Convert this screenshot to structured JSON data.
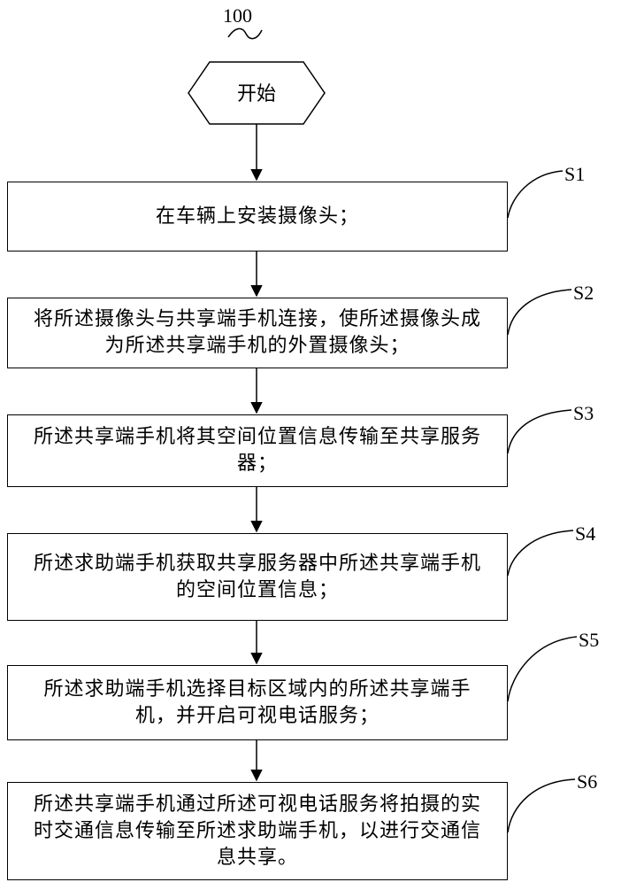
{
  "figure_label": "100",
  "start": {
    "label": "开始"
  },
  "steps": [
    {
      "id": "S1",
      "text": "在车辆上安装摄像头；"
    },
    {
      "id": "S2",
      "text": "将所述摄像头与共享端手机连接，使所述摄像头成为所述共享端手机的外置摄像头；"
    },
    {
      "id": "S3",
      "text": "所述共享端手机将其空间位置信息传输至共享服务器；"
    },
    {
      "id": "S4",
      "text": "所述求助端手机获取共享服务器中所述共享端手机的空间位置信息；"
    },
    {
      "id": "S5",
      "text": "所述求助端手机选择目标区域内的所述共享端手机，并开启可视电话服务；"
    },
    {
      "id": "S6",
      "text": "所述共享端手机通过所述可视电话服务将拍摄的实时交通信息传输至所述求助端手机，以进行交通信息共享。"
    }
  ]
}
